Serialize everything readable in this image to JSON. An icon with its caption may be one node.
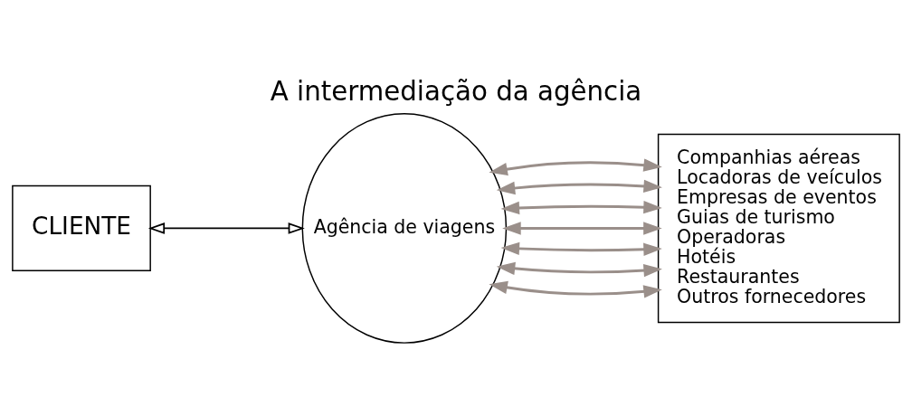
{
  "diagram": {
    "title": "A intermediação da agência",
    "nodes": [
      {
        "text": [
          "CLIENTE"
        ]
      },
      {
        "text": [
          "Agência de viagens"
        ]
      },
      {
        "text": [
          "Companhias aéreas",
          "Locadoras de veículos",
          "Empresas de eventos",
          "Guias de turismo",
          "Operadoras",
          "Hotéis",
          "Restaurantes",
          "Outros fornecedores"
        ]
      }
    ],
    "edges": [
      {
        "from": 0,
        "to": 1,
        "arrow": "both",
        "color": "#000000"
      },
      {
        "from": 1,
        "to": 2,
        "arrow": "both"
      },
      {
        "from": 1,
        "to": 2,
        "arrow": "both"
      },
      {
        "from": 1,
        "to": 2,
        "arrow": "both"
      },
      {
        "from": 1,
        "to": 2,
        "arrow": "both"
      },
      {
        "from": 1,
        "to": 2,
        "arrow": "both"
      },
      {
        "from": 1,
        "to": 2,
        "arrow": "both"
      },
      {
        "from": 1,
        "to": 2,
        "arrow": "both"
      }
    ]
  }
}
